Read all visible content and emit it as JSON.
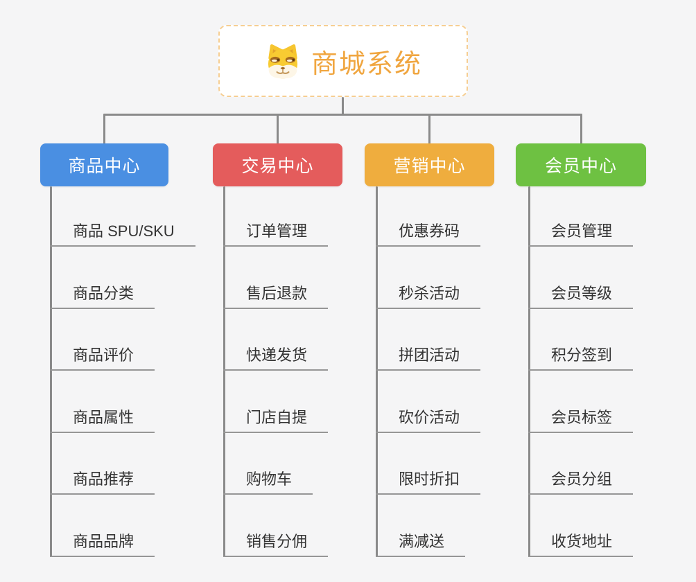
{
  "root": {
    "title": "商城系统",
    "icon": "doge-icon"
  },
  "theme": {
    "background": "#F5F5F6",
    "root_border": "#F6CE92",
    "root_title_color": "#F0A640",
    "connector_color": "#8A8A8A",
    "underline_color": "#969696",
    "item_text_color": "#333333"
  },
  "branches": [
    {
      "label": "商品中心",
      "color": "#4A8FE2",
      "items": [
        "商品 SPU/SKU",
        "商品分类",
        "商品评价",
        "商品属性",
        "商品推荐",
        "商品品牌"
      ]
    },
    {
      "label": "交易中心",
      "color": "#E45C5C",
      "items": [
        "订单管理",
        "售后退款",
        "快递发货",
        "门店自提",
        "购物车",
        "销售分佣"
      ]
    },
    {
      "label": "营销中心",
      "color": "#EFAD3E",
      "items": [
        "优惠券码",
        "秒杀活动",
        "拼团活动",
        "砍价活动",
        "限时折扣",
        "满减送"
      ]
    },
    {
      "label": "会员中心",
      "color": "#6EC142",
      "items": [
        "会员管理",
        "会员等级",
        "积分签到",
        "会员标签",
        "会员分组",
        "收货地址"
      ]
    }
  ]
}
